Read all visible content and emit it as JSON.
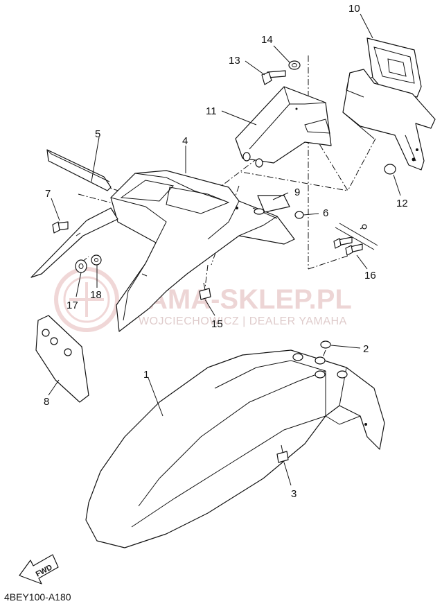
{
  "diagram": {
    "code": "4BEY100-A180",
    "fwd_label": "FWD",
    "watermark": {
      "main": "YAMA-SKLEP.PL",
      "sub": "WOJCIECHOWICZ | DEALER YAMAHA"
    },
    "callouts": [
      "1",
      "2",
      "3",
      "4",
      "5",
      "6",
      "7",
      "8",
      "9",
      "10",
      "11",
      "12",
      "13",
      "14",
      "15",
      "16",
      "17",
      "18"
    ]
  }
}
